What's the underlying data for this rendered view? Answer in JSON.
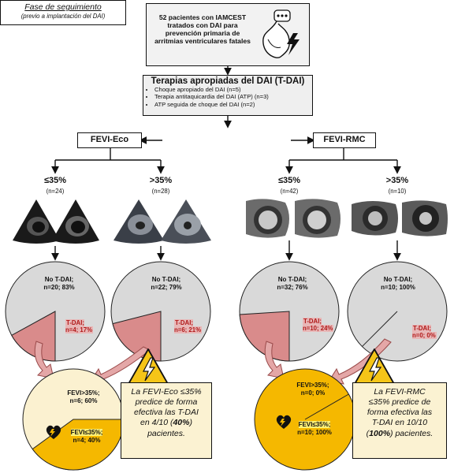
{
  "header": {
    "text": "52 pacientes con IAMCEST tratados con DAI para prevención primaria de arritmias ventriculares fatales"
  },
  "tdai": {
    "title": "Terapias apropiadas del DAI (T-DAI)",
    "items": [
      "Choque apropiado del DAI (n=5)",
      "Terapia antitaquicardia del DAI (ATP) (n=3)",
      "ATP seguida de choque del DAI (n=2)"
    ]
  },
  "phase": {
    "title": "Fase de seguimiento",
    "subtitle": "(previo a implantación del DAI)"
  },
  "left_arm": {
    "title": "FEVI-Eco",
    "groups": [
      {
        "label": "≤35%",
        "n": "(n=24)",
        "no_tdai": "No T-DAI;\nn=20; 83%",
        "tdai": "T-DAI;\nn=4; 17%",
        "tdai_fraction": 0.17
      },
      {
        "label": ">35%",
        "n": "(n=28)",
        "no_tdai": "No T-DAI;\nn=22; 79%",
        "tdai": "T-DAI;\nn=6; 21%",
        "tdai_fraction": 0.21
      }
    ],
    "breakdown": {
      "upper": "FEVI>35%;\nn=6; 60%",
      "lower_a": "FEVI≤35%;",
      "lower_b": "n=4; 40%",
      "fraction_low": 0.4
    },
    "note": {
      "line1": "La FEVI-Eco ≤35%",
      "line2": "predice de forma",
      "line3": "efectiva las T-DAI",
      "line4_a": "en 4/10 (",
      "line4_b": "40%",
      "line4_c": ")",
      "line5": "pacientes."
    }
  },
  "right_arm": {
    "title": "FEVI-RMC",
    "groups": [
      {
        "label": "≤35%",
        "n": "(n=42)",
        "no_tdai": "No T-DAI;\nn=32; 76%",
        "tdai": "T-DAI;\nn=10; 24%",
        "tdai_fraction": 0.24
      },
      {
        "label": ">35%",
        "n": "(n=10)",
        "no_tdai": "No T-DAI;\nn=10; 100%",
        "tdai": "T-DAI;\nn=0; 0%",
        "tdai_fraction": 0.0
      }
    ],
    "breakdown": {
      "upper": "FEVI>35%;\nn=0; 0%",
      "lower_a": "FEVI≤35%;",
      "lower_b": "n=10; 100%",
      "fraction_low": 1.0
    },
    "note": {
      "line1": "La FEVI-RMC",
      "line2": "≤35% predice de",
      "line3": "forma efectiva las",
      "line4_a": "T-DAI en 10/10",
      "line5_a": "(",
      "line5_b": "100%",
      "line5_c": ") pacientes."
    }
  },
  "colors": {
    "pie_gray": "#d9d9d9",
    "pie_pink": "#d98b8b",
    "pie_yellow": "#f5b800",
    "pie_cream": "#fbf1d0",
    "warning": "#f5c518"
  },
  "icons": [
    "heart-defibrillator-icon",
    "lightning-icon",
    "warning-icon",
    "heart-icon"
  ]
}
